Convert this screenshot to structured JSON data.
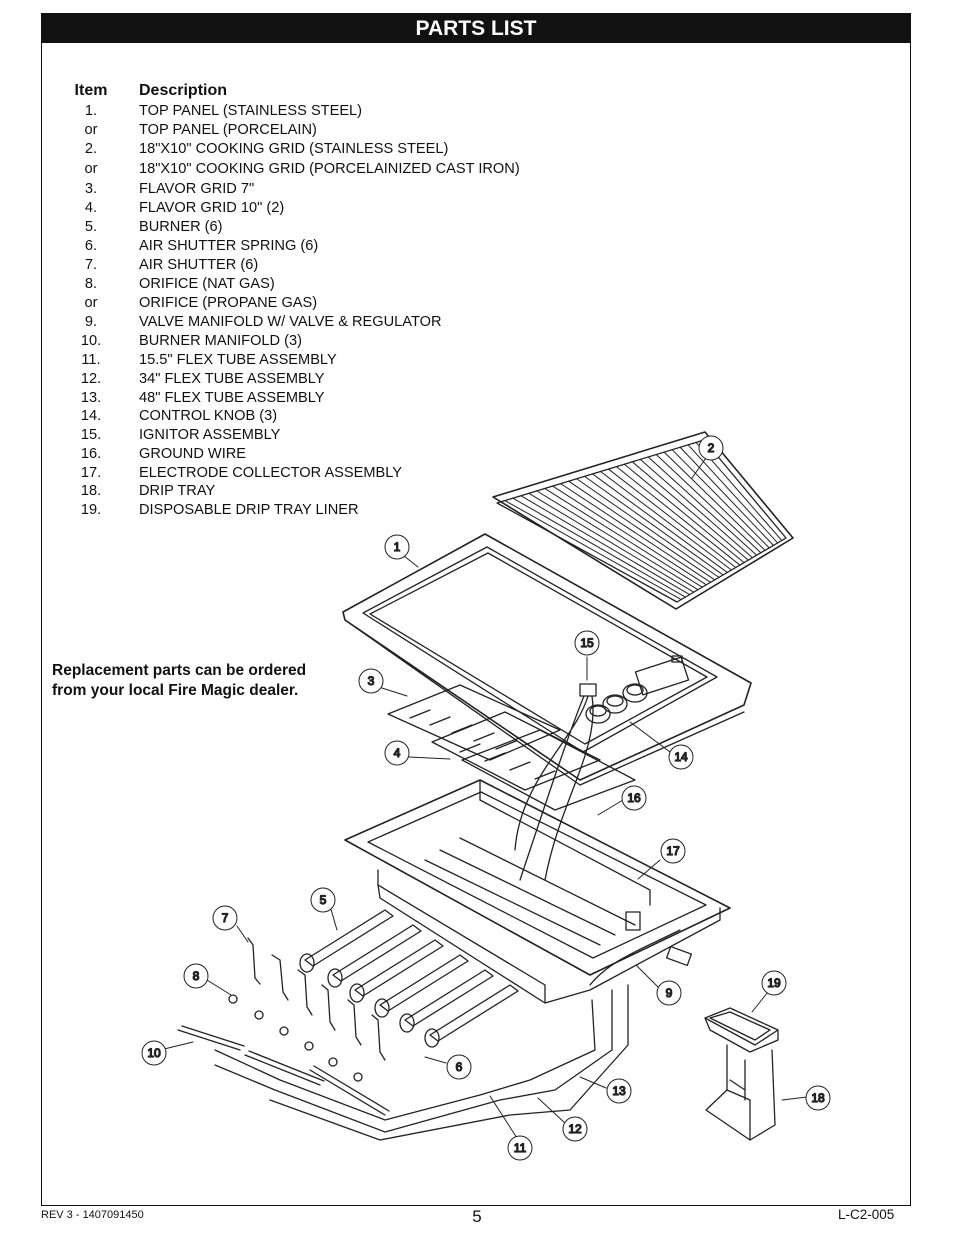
{
  "title": "PARTS LIST",
  "table": {
    "col_item": "Item",
    "col_description": "Description",
    "rows": [
      {
        "item": "1.",
        "desc": "TOP PANEL (STAINLESS STEEL)"
      },
      {
        "item": "or",
        "desc": "TOP PANEL (PORCELAIN)"
      },
      {
        "item": "2.",
        "desc": "18\"X10\" COOKING GRID (STAINLESS STEEL)"
      },
      {
        "item": "or",
        "desc": "18\"X10\" COOKING GRID (PORCELAINIZED CAST IRON)"
      },
      {
        "item": "3.",
        "desc": "FLAVOR GRID 7\""
      },
      {
        "item": "4.",
        "desc": "FLAVOR GRID 10\" (2)"
      },
      {
        "item": "5.",
        "desc": "BURNER (6)"
      },
      {
        "item": "6.",
        "desc": "AIR SHUTTER SPRING (6)"
      },
      {
        "item": "7.",
        "desc": "AIR SHUTTER (6)"
      },
      {
        "item": "8.",
        "desc": "ORIFICE (NAT GAS)"
      },
      {
        "item": "or",
        "desc": "ORIFICE (PROPANE GAS)"
      },
      {
        "item": "9.",
        "desc": "VALVE MANIFOLD W/ VALVE & REGULATOR"
      },
      {
        "item": "10.",
        "desc": "BURNER MANIFOLD (3)"
      },
      {
        "item": "11.",
        "desc": "15.5\" FLEX TUBE ASSEMBLY"
      },
      {
        "item": "12.",
        "desc": "34\" FLEX TUBE ASSEMBLY"
      },
      {
        "item": "13.",
        "desc": "48\" FLEX TUBE ASSEMBLY"
      },
      {
        "item": "14.",
        "desc": "CONTROL KNOB (3)"
      },
      {
        "item": "15.",
        "desc": "IGNITOR ASSEMBLY"
      },
      {
        "item": "16.",
        "desc": "GROUND WIRE"
      },
      {
        "item": "17.",
        "desc": "ELECTRODE COLLECTOR ASSEMBLY"
      },
      {
        "item": "18.",
        "desc": "DRIP TRAY"
      },
      {
        "item": "19.",
        "desc": "DISPOSABLE DRIP TRAY LINER"
      }
    ]
  },
  "note_line1": "Replacement parts can be ordered",
  "note_line2": "from your local Fire Magic dealer.",
  "callouts": [
    "1",
    "2",
    "3",
    "4",
    "5",
    "6",
    "7",
    "8",
    "9",
    "10",
    "11",
    "12",
    "13",
    "14",
    "15",
    "16",
    "17",
    "18",
    "19"
  ],
  "footer": {
    "revision": "REV 3 - 1407091450",
    "page_number": "5",
    "doc_code": "L-C2-005"
  }
}
